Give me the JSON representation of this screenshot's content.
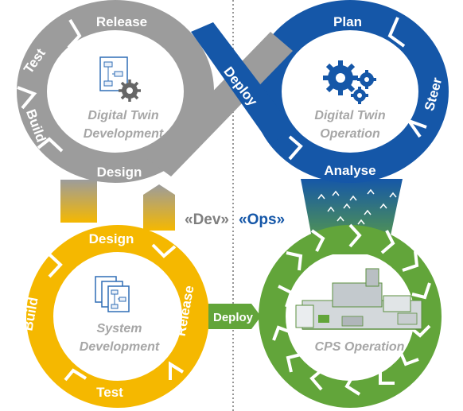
{
  "colors": {
    "gray": "#9c9c9c",
    "blue": "#1557a8",
    "yellow": "#f5b800",
    "green": "#62a53a",
    "caption": "#a6a6a6"
  },
  "dev_loop": {
    "title_line1": "Digital Twin",
    "title_line2": "Development",
    "icon": "flowchart-gear-icon",
    "labels": {
      "release": "Release",
      "test": "Test",
      "build": "Build",
      "design": "Design"
    }
  },
  "ops_loop": {
    "title_line1": "Digital Twin",
    "title_line2": "Operation",
    "icon": "gears-icon",
    "labels": {
      "plan": "Plan",
      "steer": "Steer",
      "analyse": "Analyse"
    }
  },
  "deploy_top": "Deploy",
  "dev_tag": "«Dev»",
  "ops_tag": "«Ops»",
  "system_loop": {
    "title_line1": "System",
    "title_line2": "Development",
    "icon": "flowchart-icon",
    "labels": {
      "design": "Design",
      "release": "Release",
      "test": "Test",
      "build": "Build"
    }
  },
  "deploy_bottom": "Deploy",
  "cps_loop": {
    "title": "CPS Operation",
    "icon": "machine-icon"
  }
}
